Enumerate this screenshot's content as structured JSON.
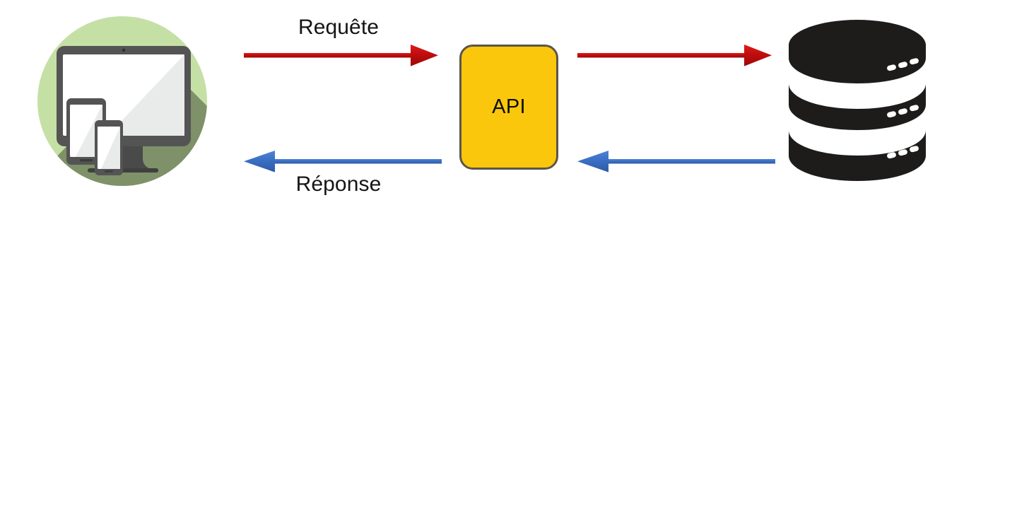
{
  "diagram": {
    "title": "API request/response flow",
    "background_color": "#ffffff",
    "nodes": {
      "client": {
        "name": "client-devices",
        "icon": "devices-monitor-tablet-phone-icon",
        "circle_color": "#C5E0A5",
        "shadow_color": "#7E9168",
        "device_frame_color": "#545454",
        "screen_color": "#FFFFFF"
      },
      "api": {
        "label": "API",
        "fill_color": "#FBC70C",
        "border_color": "#5B5549",
        "text_color": "#0d0d0d"
      },
      "database": {
        "name": "database-cylinder",
        "icon": "database-icon",
        "fill_color": "#1E1B1B",
        "band_color": "#FFFFFF",
        "layers": 3,
        "dots_per_layer": 3
      }
    },
    "flows": [
      {
        "id": "request",
        "label": "Requête",
        "color": "#C00D0D",
        "direction": "right",
        "from": "client",
        "via": "api",
        "to": "database"
      },
      {
        "id": "response",
        "label": "Réponse",
        "color": "#3A6FC4",
        "direction": "left",
        "from": "database",
        "via": "api",
        "to": "client"
      }
    ]
  }
}
